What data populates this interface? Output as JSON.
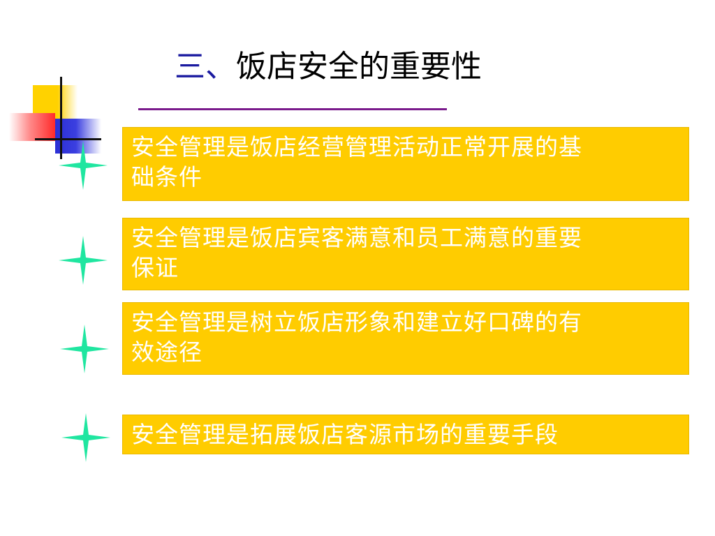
{
  "title": {
    "number": "三、",
    "text": "饭店安全的重要性"
  },
  "colors": {
    "box_fill": "#ffcc00",
    "box_text": "#ffffff",
    "star": "#1fe6a0",
    "title_number": "#1a1aa0",
    "title_rule": "#7a1a8c"
  },
  "items": [
    {
      "icon": "four-point-star-icon",
      "line1": "安全管理是饭店经营管理活动正常开展的基",
      "line2": "础条件"
    },
    {
      "icon": "four-point-star-icon",
      "line1": "安全管理是饭店宾客满意和员工满意的重要",
      "line2": "保证"
    },
    {
      "icon": "four-point-star-icon",
      "line1": "安全管理是树立饭店形象和建立好口碑的有",
      "line2": "效途径"
    },
    {
      "icon": "four-point-star-icon",
      "line1": "安全管理是拓展饭店客源市场的重要手段",
      "line2": ""
    }
  ]
}
